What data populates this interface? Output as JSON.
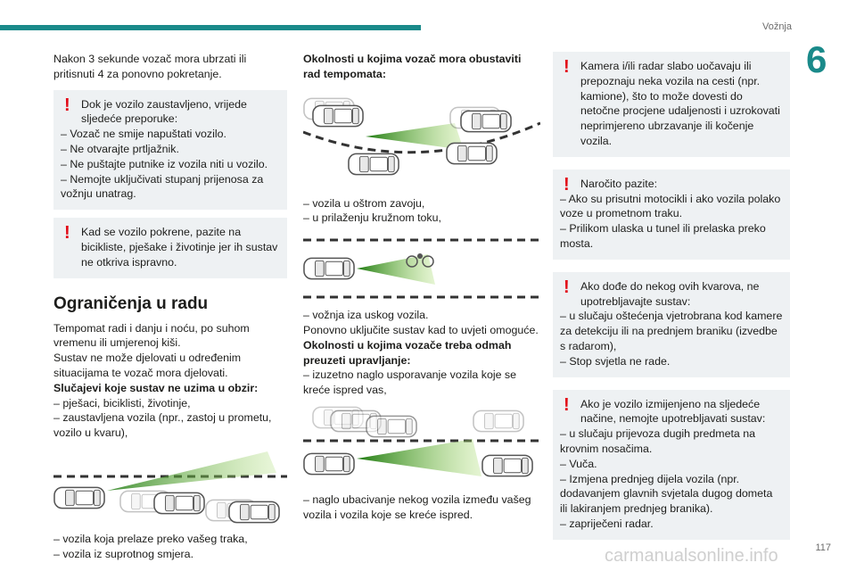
{
  "header": {
    "section": "Vožnja",
    "chapter": "6"
  },
  "footer": {
    "page": "117",
    "watermark": "carmanualsonline.info"
  },
  "col1": {
    "intro": "Nakon 3 sekunde vozač mora ubrzati ili pritisnuti 4 za ponovno pokretanje.",
    "warn1": {
      "first": "Dok je vozilo zaustavljeno, vrijede sljedeće preporuke:",
      "lines": [
        "– Vozač ne smije napuštati vozilo.",
        "– Ne otvarajte prtljažnik.",
        "– Ne puštajte putnike iz vozila niti u vozilo.",
        "– Nemojte uključivati stupanj prijenosa za vožnju unatrag."
      ]
    },
    "warn2": {
      "first": "Kad se vozilo pokrene, pazite na bicikliste, pješake i životinje jer ih sustav ne otkriva ispravno."
    },
    "heading": "Ograničenja u radu",
    "p1": "Tempomat radi i danju i noću, po suhom vremenu ili umjerenoj kiši.",
    "p2": "Sustav ne može djelovati u određenim situacijama te vozač mora djelovati.",
    "p3": "Slučajevi koje sustav ne uzima u obzir:",
    "list1": [
      "– pješaci, biciklisti, životinje,",
      "– zaustavljena vozila (npr., zastoj u prometu, vozilo u kvaru),"
    ],
    "list2": [
      "– vozila koja prelaze preko vašeg traka,",
      "– vozila iz suprotnog smjera."
    ]
  },
  "col2": {
    "heading1": "Okolnosti u kojima vozač mora obustaviti rad tempomata:",
    "list1": [
      "– vozila u oštrom zavoju,",
      "– u prilaženju kružnom toku,"
    ],
    "list2": [
      "– vožnja iza uskog vozila."
    ],
    "p1": "Ponovno uključite sustav kad to uvjeti omoguće.",
    "heading2": "Okolnosti u kojima vozače treba odmah preuzeti upravljanje:",
    "list3": [
      "– izuzetno naglo usporavanje vozila koje se kreće ispred vas,"
    ],
    "list4": [
      "– naglo ubacivanje nekog vozila između vašeg vozila i vozila koje se kreće ispred."
    ]
  },
  "col3": {
    "warn1": {
      "first": "Kamera i/ili radar slabo uočavaju ili prepoznaju neka vozila na cesti (npr. kamione), što to može dovesti do netočne procjene udaljenosti i uzrokovati neprimjereno ubrzavanje ili kočenje vozila."
    },
    "warn2": {
      "first": "Naročito pazite:",
      "lines": [
        "– Ako su prisutni motocikli i ako vozila polako voze u prometnom traku.",
        "– Prilikom ulaska u tunel ili prelaska preko mosta."
      ]
    },
    "warn3": {
      "first": "Ako dođe do nekog ovih kvarova, ne upotrebljavajte sustav:",
      "lines": [
        "– u slučaju oštećenja vjetrobrana kod kamere za detekciju ili na prednjem braniku (izvedbe s radarom),",
        "– Stop svjetla ne rade."
      ]
    },
    "warn4": {
      "first": "Ako je vozilo izmijenjeno na sljedeće načine, nemojte upotrebljavati sustav:",
      "lines": [
        "– u slučaju prijevoza dugih predmeta na krovnim nosačima.",
        "– Vuča.",
        "– Izmjena prednjeg dijela vozila (npr. dodavanjem glavnih svjetala dugog dometa ili lakiranjem prednjeg branika).",
        "– zapriječeni radar."
      ]
    }
  },
  "colors": {
    "accent": "#1a8a8a",
    "warning": "#e20a17",
    "panel": "#eef1f3"
  }
}
